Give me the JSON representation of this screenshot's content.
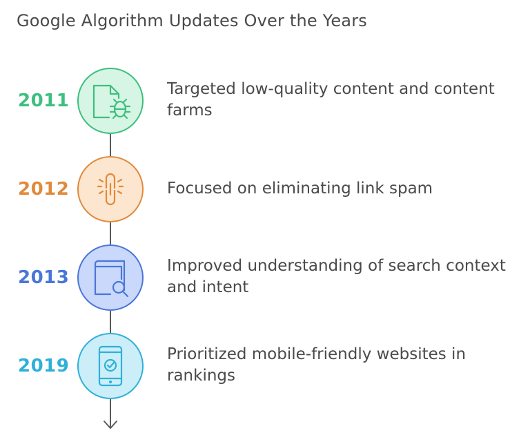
{
  "title": "Google Algorithm Updates Over the Years",
  "timeline": [
    {
      "year": "2011",
      "description": "Targeted low-quality content and content farms",
      "icon": "bug-document-icon",
      "color": "#3dbf7e",
      "fill": "#d7f5e4"
    },
    {
      "year": "2012",
      "description": "Focused on eliminating link spam",
      "icon": "broken-link-icon",
      "color": "#e08a3c",
      "fill": "#fde6cf"
    },
    {
      "year": "2013",
      "description": "Improved understanding of search context and intent",
      "icon": "book-search-icon",
      "color": "#4a76d8",
      "fill": "#c9d8fb"
    },
    {
      "year": "2019",
      "description": "Prioritized mobile-friendly websites in rankings",
      "icon": "mobile-check-icon",
      "color": "#2fb0d9",
      "fill": "#cbeef8"
    }
  ]
}
